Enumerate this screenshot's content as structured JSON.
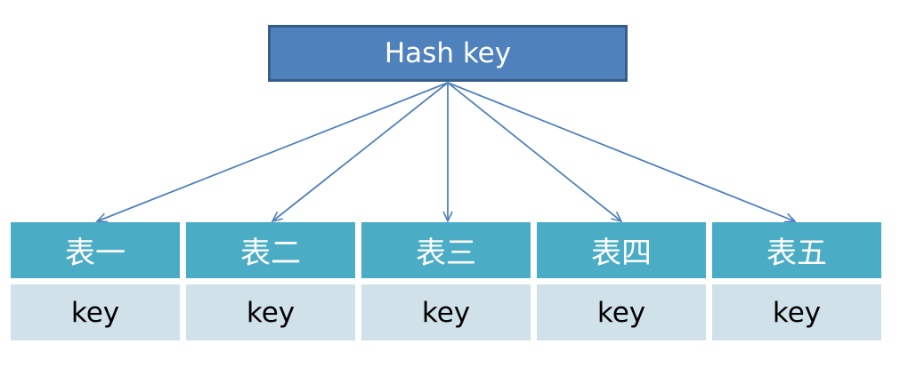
{
  "root": {
    "label": "Hash key"
  },
  "tables": [
    {
      "name": "表一",
      "field": "key"
    },
    {
      "name": "表二",
      "field": "key"
    },
    {
      "name": "表三",
      "field": "key"
    },
    {
      "name": "表四",
      "field": "key"
    },
    {
      "name": "表五",
      "field": "key"
    }
  ],
  "colors": {
    "root_fill": "#4f81bd",
    "root_border": "#385d8a",
    "header_fill": "#4bacc6",
    "key_fill": "#d0e1ea",
    "arrow": "#4f81bd"
  }
}
